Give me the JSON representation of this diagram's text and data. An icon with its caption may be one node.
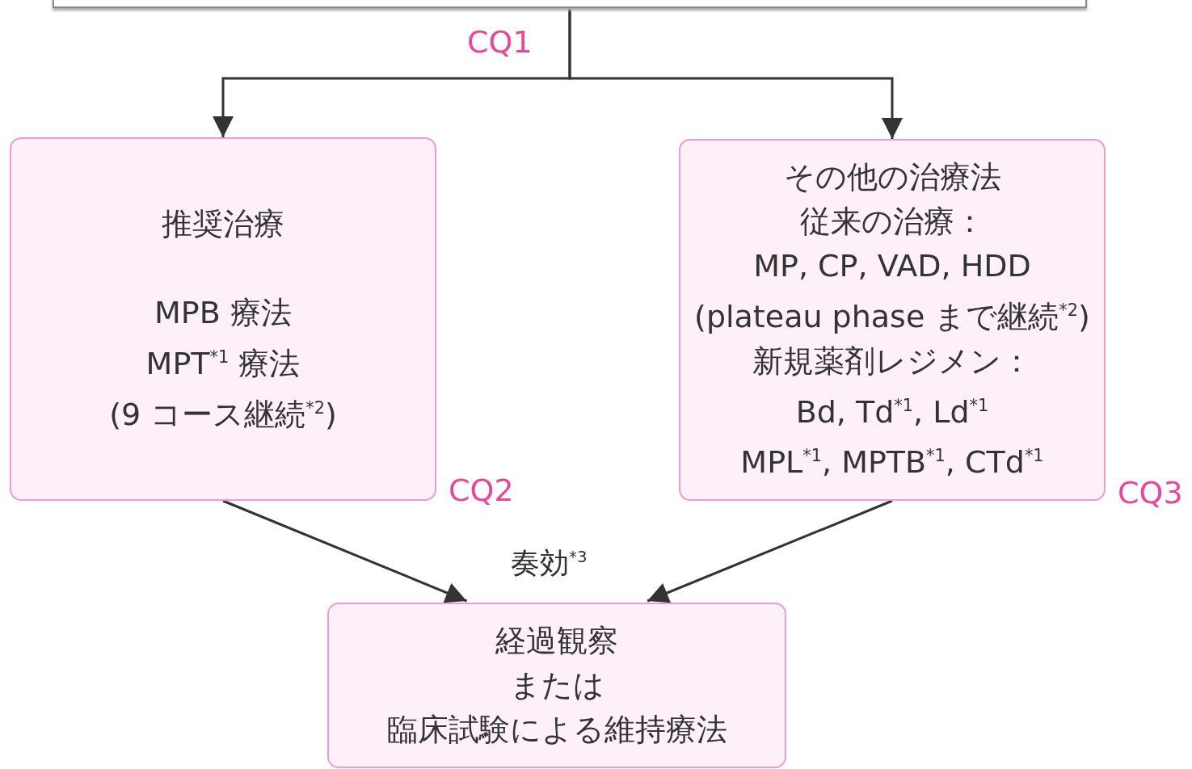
{
  "diagram": {
    "nodes": [
      {
        "text": [],
        "shape": "box"
      },
      {
        "text": [
          "推奨治療",
          "MPB 療法",
          "MPT$^{*1}$ 療法",
          "(9 コース継続$^{*2}$)"
        ],
        "beside": [
          "CQ2"
        ]
      },
      {
        "text": [
          "その他の治療法",
          "従来の治療：",
          "MP, CP, VAD, HDD",
          "(plateau phase まで継続$^{*2}$)",
          "新規薬剤レジメン：",
          "Bd, Td$^{*1}$, Ld$^{*1}$",
          "MPL$^{*1}$, MPTB$^{*1}$, CTd$^{*1}$"
        ],
        "beside": [
          "CQ3"
        ]
      },
      {
        "text": [
          "経過観察",
          "または",
          "臨床試験による維持療法"
        ]
      }
    ],
    "edges": [
      {
        "from": 0,
        "to": 1,
        "arrow": "to"
      },
      {
        "from": 0,
        "to": 2,
        "arrow": "to"
      },
      {
        "from": 1,
        "to": 3,
        "arrow": "to"
      },
      {
        "from": 2,
        "to": 3,
        "arrow": "to"
      }
    ],
    "labels": [
      "CQ1",
      "奏効$^{*3}$"
    ]
  }
}
